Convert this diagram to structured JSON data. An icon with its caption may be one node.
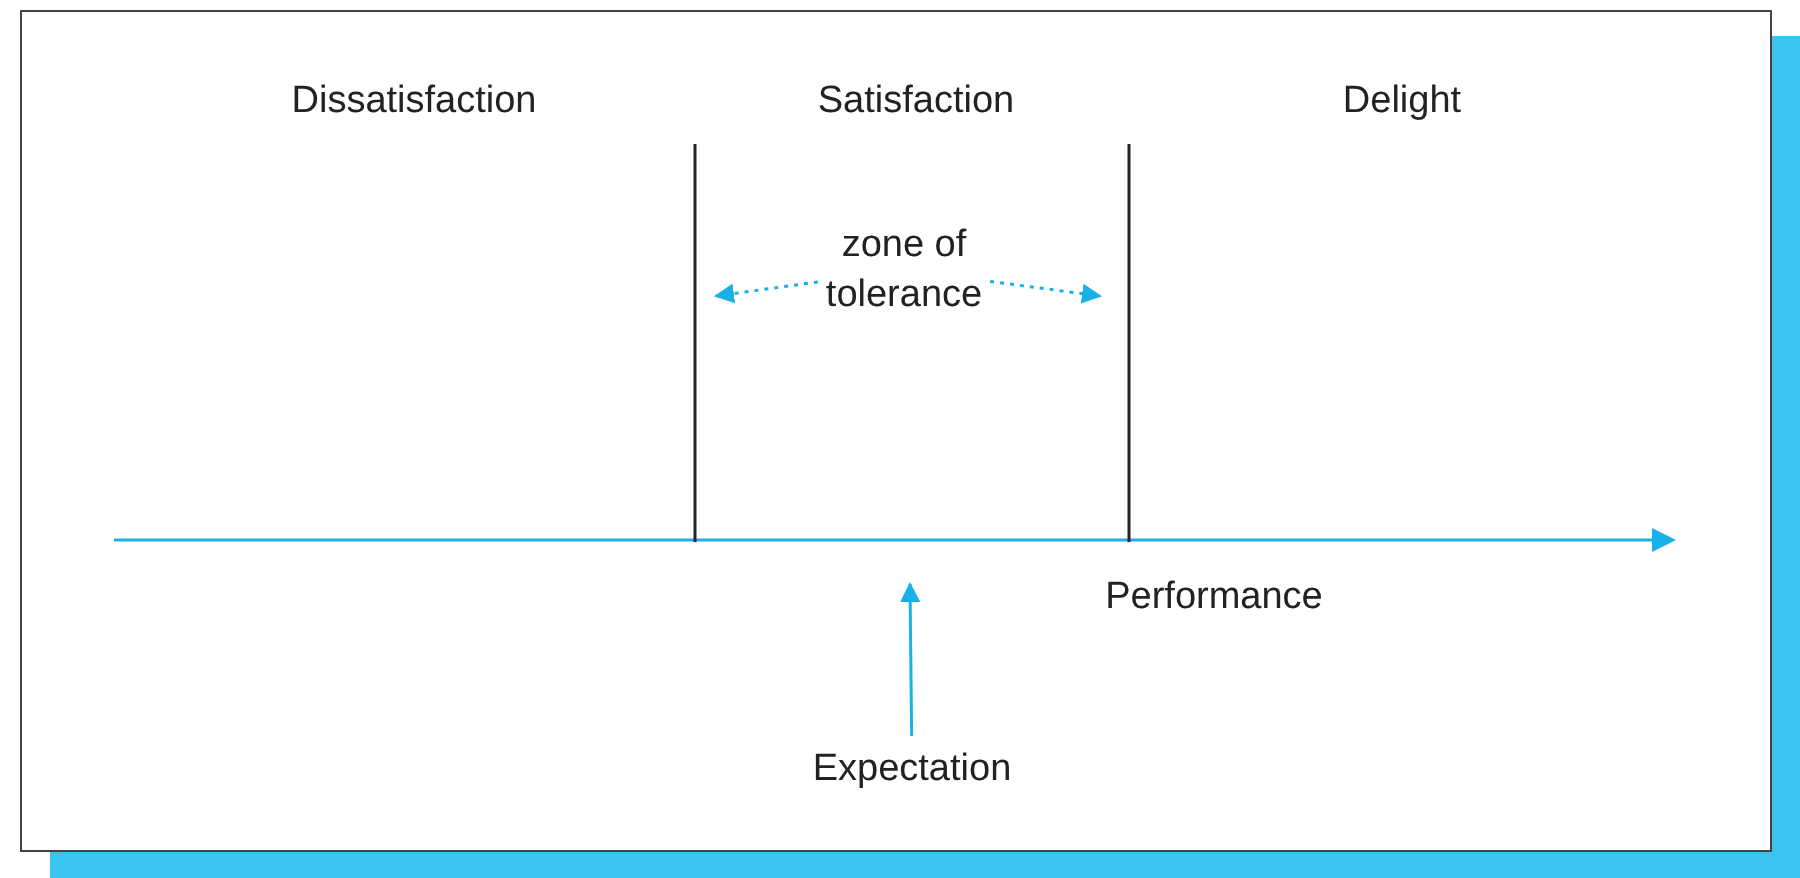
{
  "diagram": {
    "nodes": [
      {
        "text": [
          "zone of tolerance"
        ]
      },
      {
        "text": [
          "Expectation"
        ]
      }
    ],
    "edges": [
      {
        "from": 0,
        "to": null,
        "arrow": "to",
        "style": "dashed"
      },
      {
        "from": 0,
        "to": null,
        "arrow": "to",
        "style": "dashed"
      },
      {
        "from": 1,
        "to": null,
        "arrow": "to"
      }
    ],
    "labels": [
      "Dissatisfaction",
      "Satisfaction",
      "Delight",
      "Performance"
    ]
  }
}
